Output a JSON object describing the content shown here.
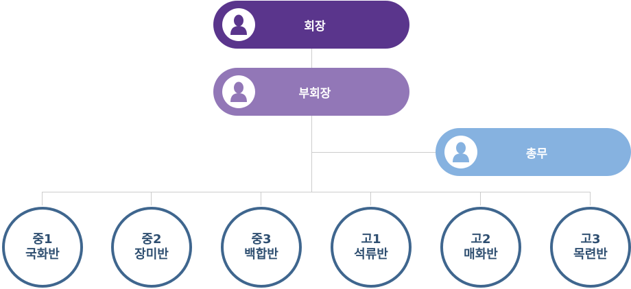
{
  "colors": {
    "president": "#5a358c",
    "vice": "#9277b7",
    "secretary": "#86b2e0",
    "circle_border": "#3f668e",
    "line": "#cccccc"
  },
  "president": {
    "label": "회장",
    "icon": "person-icon"
  },
  "vice_president": {
    "label": "부회장",
    "icon": "person-icon"
  },
  "secretary": {
    "label": "총무",
    "icon": "person-icon"
  },
  "classes": [
    {
      "grade": "중1",
      "name": "국화반"
    },
    {
      "grade": "중2",
      "name": "장미반"
    },
    {
      "grade": "중3",
      "name": "백합반"
    },
    {
      "grade": "고1",
      "name": "석류반"
    },
    {
      "grade": "고2",
      "name": "매화반"
    },
    {
      "grade": "고3",
      "name": "목련반"
    }
  ]
}
